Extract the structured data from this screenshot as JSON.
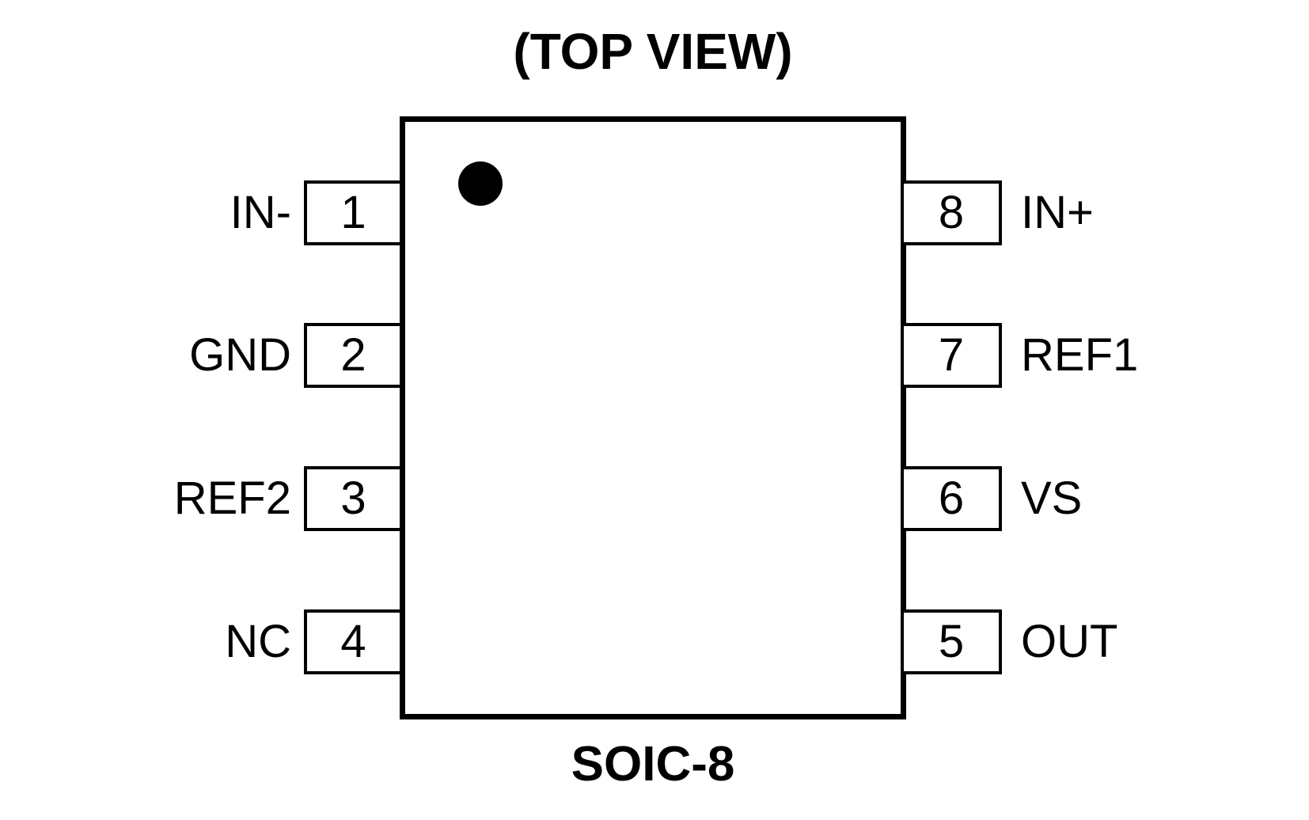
{
  "title": "(TOP VIEW)",
  "package_label": "SOIC-8",
  "colors": {
    "ink": "#000000",
    "background": "#ffffff"
  },
  "icons": {
    "pin1_marker": "filled-circle"
  },
  "pins": [
    {
      "number": "1",
      "label": "IN-",
      "side": "left"
    },
    {
      "number": "2",
      "label": "GND",
      "side": "left"
    },
    {
      "number": "3",
      "label": "REF2",
      "side": "left"
    },
    {
      "number": "4",
      "label": "NC",
      "side": "left"
    },
    {
      "number": "5",
      "label": "OUT",
      "side": "right"
    },
    {
      "number": "6",
      "label": "VS",
      "side": "right"
    },
    {
      "number": "7",
      "label": "REF1",
      "side": "right"
    },
    {
      "number": "8",
      "label": "IN+",
      "side": "right"
    }
  ]
}
